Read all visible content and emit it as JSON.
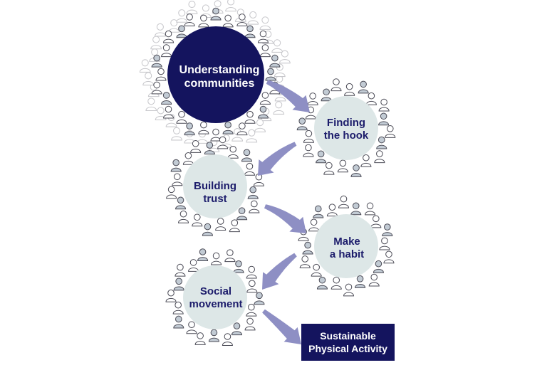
{
  "stages": [
    {
      "lines": [
        "Understanding",
        "communities"
      ],
      "colors": {
        "fill": "#14145e",
        "text": "#ffffff"
      }
    },
    {
      "lines": [
        "Finding",
        "the hook"
      ],
      "colors": {
        "fill": "#dde7e7",
        "text": "#1c1c6b"
      }
    },
    {
      "lines": [
        "Building",
        "trust"
      ],
      "colors": {
        "fill": "#dde7e7",
        "text": "#1c1c6b"
      }
    },
    {
      "lines": [
        "Make",
        "a habit"
      ],
      "colors": {
        "fill": "#dde7e7",
        "text": "#1c1c6b"
      }
    },
    {
      "lines": [
        "Social",
        "movement"
      ],
      "colors": {
        "fill": "#dde7e7",
        "text": "#1c1c6b"
      }
    }
  ],
  "outcome": {
    "lines": [
      "Sustainable",
      "Physical Activity"
    ],
    "colors": {
      "fill": "#14145e",
      "text": "#ffffff"
    }
  },
  "arrow_color": "#8e8fc4",
  "person_icon_colors": {
    "stroke": "#4a4a55",
    "outer_stroke": "#c8c8cc",
    "filled": "#c2cbd4"
  }
}
